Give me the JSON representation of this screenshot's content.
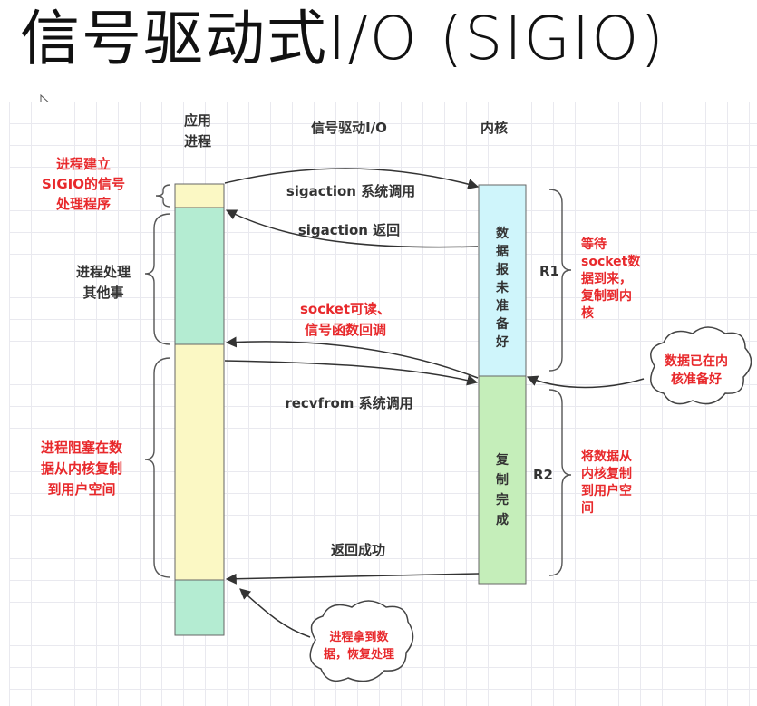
{
  "title": "信号驱动式I/O (SIGIO)",
  "lanes": {
    "app": [
      "应用",
      "进程"
    ],
    "middle": "信号驱动I/O",
    "kernel": "内核"
  },
  "left_notes": {
    "setup": [
      "进程建立",
      "SIGIO的信号",
      "处理程序"
    ],
    "other_work": [
      "进程处理",
      "其他事"
    ],
    "blocked": [
      "进程阻塞在数",
      "据从内核复制",
      "到用户空间"
    ]
  },
  "messages": {
    "sigaction_call": "sigaction 系统调用",
    "sigaction_return": "sigaction 返回",
    "socket_readable": [
      "socket可读、",
      "信号函数回调"
    ],
    "recvfrom_call": "recvfrom 系统调用",
    "return_success": "返回成功"
  },
  "kernel_boxes": {
    "not_ready": [
      "数",
      "据",
      "报",
      "未",
      "准",
      "备",
      "好"
    ],
    "copy_done": [
      "复",
      "制",
      "完",
      "成"
    ]
  },
  "phases": {
    "r1": "R1",
    "r2": "R2",
    "r1_desc": [
      "等待",
      "socket数",
      "据到来，",
      "复制到内",
      "核"
    ],
    "r2_desc": [
      "将数据从",
      "内核复制",
      "到用户空",
      "间"
    ]
  },
  "callouts": {
    "data_ready": [
      "数据已在内",
      "核准备好"
    ],
    "process_resume": [
      "进程拿到数",
      "据，恢复处理"
    ]
  },
  "colors": {
    "title": "#111111",
    "red_text": "#e8292c",
    "dark_text": "#333333",
    "yellow_box": "#fbf8c4",
    "green_box": "#b4ecd2",
    "cyan_box": "#cff5fb",
    "kernel_green": "#c5eeba",
    "grid": "#e9e9ef"
  }
}
